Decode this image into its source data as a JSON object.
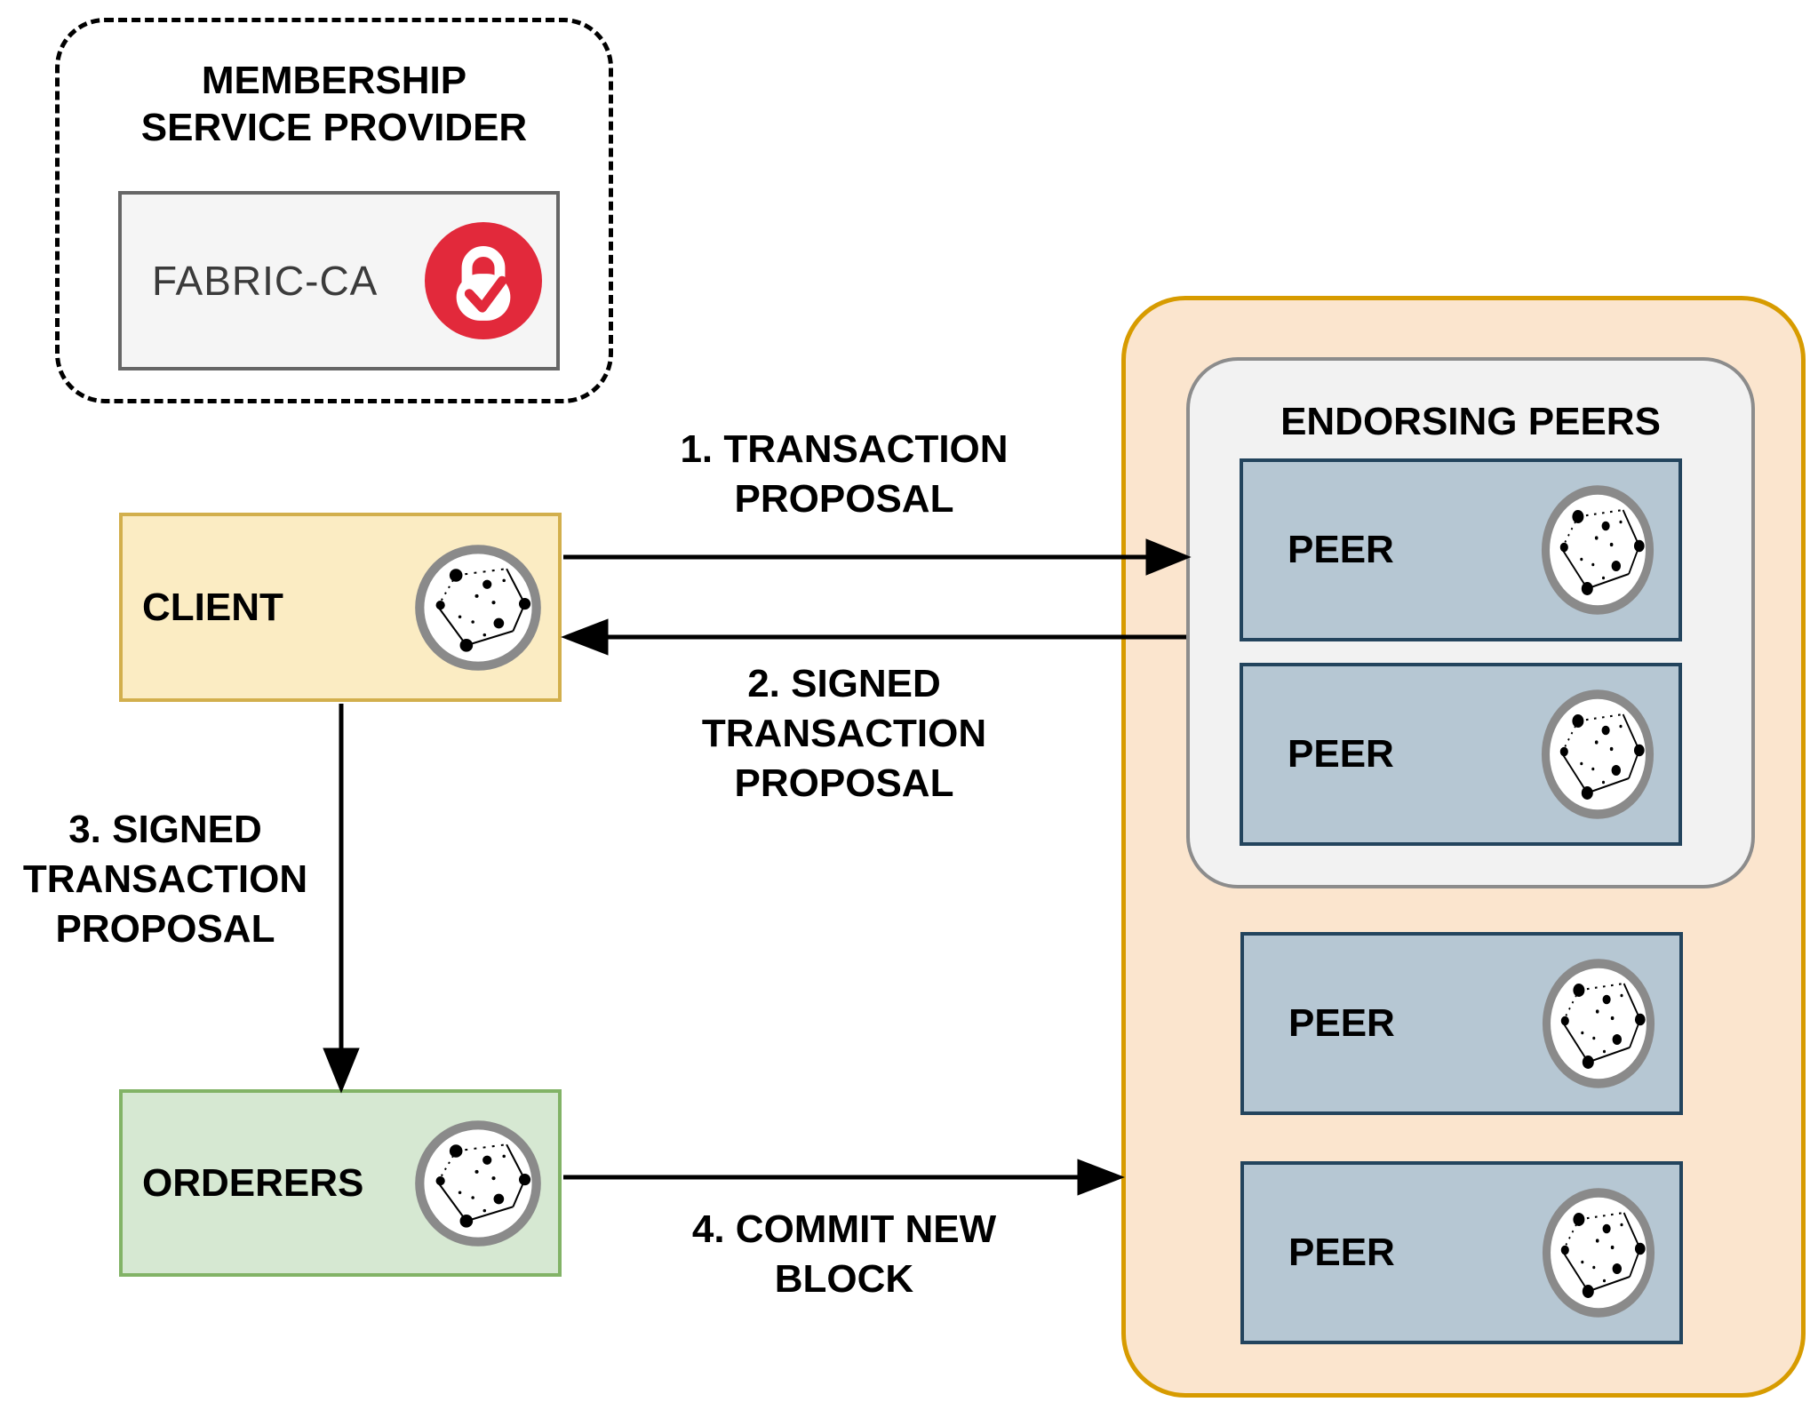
{
  "colors": {
    "msp_border": "#000000",
    "fabric_fill": "#F5F5F5",
    "fabric_border": "#666666",
    "lock_red": "#E2293B",
    "client_fill": "#FBECC3",
    "client_border": "#D2AF4D",
    "orderers_fill": "#D6E8D2",
    "orderers_border": "#82B366",
    "channel_fill": "#FBE5CE",
    "channel_border": "#D79B00",
    "endorsing_fill": "#F2F2F2",
    "endorsing_border": "#8C8C8C",
    "peer_fill": "#B6C7D3",
    "peer_border": "#23445D",
    "arrow": "#000000"
  },
  "icons": {
    "lock": "lock-check-icon",
    "network": "network-nodes-icon"
  },
  "msp": {
    "title": "MEMBERSHIP\nSERVICE PROVIDER",
    "fabric_ca": "FABRIC-CA"
  },
  "client": {
    "label": "CLIENT"
  },
  "orderers": {
    "label": "ORDERERS"
  },
  "endorsing": {
    "title": "ENDORSING PEERS",
    "peers": [
      {
        "label": "PEER"
      },
      {
        "label": "PEER"
      }
    ]
  },
  "committing_peers": [
    {
      "label": "PEER"
    },
    {
      "label": "PEER"
    }
  ],
  "flows": [
    {
      "label": "1. TRANSACTION\nPROPOSAL"
    },
    {
      "label": "2. SIGNED\nTRANSACTION\nPROPOSAL"
    },
    {
      "label": "3. SIGNED\nTRANSACTION\nPROPOSAL"
    },
    {
      "label": "4. COMMIT NEW\nBLOCK"
    }
  ]
}
